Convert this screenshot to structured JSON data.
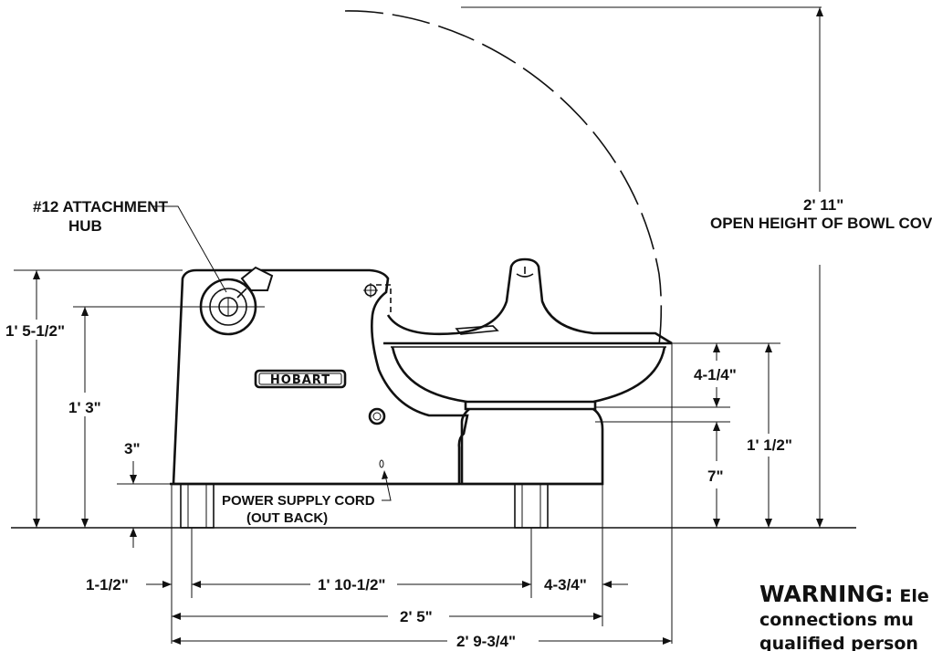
{
  "callouts": {
    "attachment_hub_line1": "#12 ATTACHMENT",
    "attachment_hub_line2": "HUB",
    "power_cord_line1": "POWER SUPPLY CORD",
    "power_cord_line2": "(OUT BACK)",
    "open_height_value": "2' 11\"",
    "open_height_label": "OPEN HEIGHT OF BOWL COVER"
  },
  "brand_plate": "HOBART",
  "dimensions": {
    "overall_height": "1' 5-1/2\"",
    "hub_height": "1' 3\"",
    "leg_height": "3\"",
    "bowl_depth": "4-1/4\"",
    "bowl_rim_height": "1' 1/2\"",
    "pedestal_height": "7\"",
    "leg_offset": "1-1/2\"",
    "leg_spacing": "1' 10-1/2\"",
    "right_overhang": "4-3/4\"",
    "width_to_bowl": "2' 5\"",
    "overall_width": "2' 9-3/4\""
  },
  "warning": {
    "title": "WARNING:",
    "text_line1": "Ele",
    "text_line2": "connections mu",
    "text_line3": "qualified person"
  }
}
